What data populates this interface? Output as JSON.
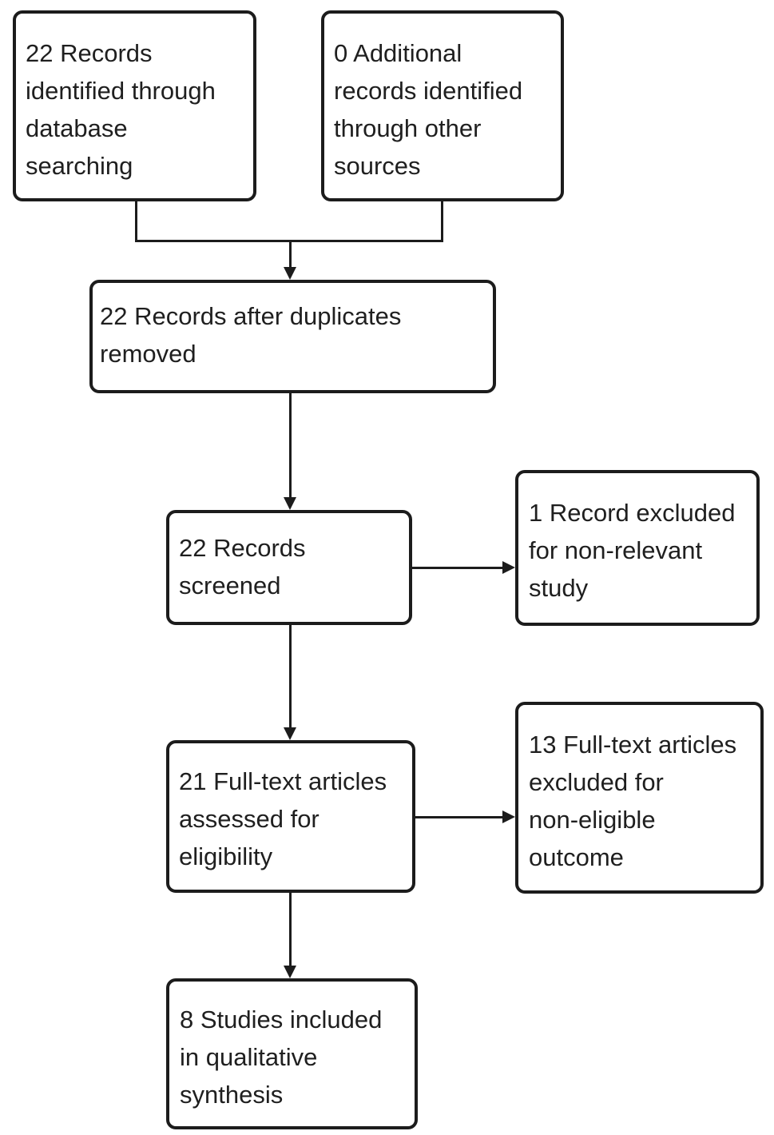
{
  "diagram": {
    "type": "flowchart",
    "colors": {
      "box_border": "#1c1c1c",
      "box_background": "#ffffff",
      "text": "#1f1f1f",
      "line": "#1c1c1c",
      "background": "#ffffff"
    },
    "nodes": [
      {
        "id": "records-identified-database",
        "count": 22,
        "label": "22 Records identified through database searching",
        "lines": [
          "22 Records",
          "identified through",
          "database",
          "searching"
        ]
      },
      {
        "id": "records-identified-other",
        "count": 0,
        "label": "0 Additional records identified through other sources",
        "lines": [
          "0 Additional",
          "records identified",
          "through other",
          "sources"
        ]
      },
      {
        "id": "records-after-duplicates",
        "count": 22,
        "label": "22 Records after duplicates removed",
        "lines": [
          "22 Records after duplicates",
          "removed"
        ]
      },
      {
        "id": "records-screened",
        "count": 22,
        "label": "22 Records screened",
        "lines": [
          "22 Records",
          "screened"
        ]
      },
      {
        "id": "record-excluded-non-relevant",
        "count": 1,
        "label": "1 Record excluded for non-relevant study",
        "lines": [
          "1 Record excluded",
          "for non-relevant",
          "study"
        ]
      },
      {
        "id": "fulltext-assessed",
        "count": 21,
        "label": "21 Full-text articles assessed for eligibility",
        "lines": [
          "21 Full-text articles",
          "assessed for",
          "eligibility"
        ]
      },
      {
        "id": "fulltext-excluded",
        "count": 13,
        "label": "13 Full-text articles excluded for non-eligible outcome",
        "lines": [
          "13 Full-text articles",
          "excluded for",
          "non-eligible",
          "outcome"
        ]
      },
      {
        "id": "studies-included",
        "count": 8,
        "label": "8 Studies included in qualitative synthesis",
        "lines": [
          "8 Studies included",
          "in qualitative",
          "synthesis"
        ]
      }
    ],
    "edges": [
      {
        "from": "records-identified-database",
        "to": "records-after-duplicates"
      },
      {
        "from": "records-identified-other",
        "to": "records-after-duplicates"
      },
      {
        "from": "records-after-duplicates",
        "to": "records-screened"
      },
      {
        "from": "records-screened",
        "to": "record-excluded-non-relevant"
      },
      {
        "from": "records-screened",
        "to": "fulltext-assessed"
      },
      {
        "from": "fulltext-assessed",
        "to": "fulltext-excluded"
      },
      {
        "from": "fulltext-assessed",
        "to": "studies-included"
      }
    ]
  }
}
